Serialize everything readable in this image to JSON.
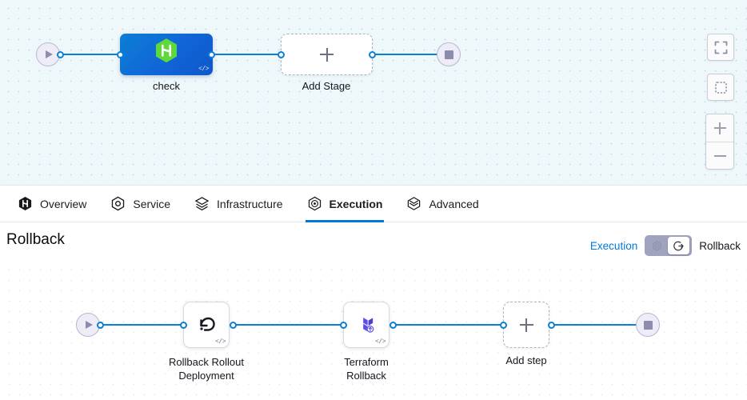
{
  "stage_canvas": {
    "start_node": {
      "icon": "play-icon",
      "name": "pipeline-start"
    },
    "stage": {
      "label": "check",
      "icon": "harness-hexagon-icon",
      "code_badge": "</>"
    },
    "add_stage": {
      "label": "Add Stage",
      "icon": "plus-icon"
    },
    "end_node": {
      "icon": "stop-icon",
      "name": "pipeline-end"
    },
    "tools": {
      "fullscreen": "fullscreen-icon",
      "selection": "dashed-selection-icon",
      "zoom_in": "plus-icon",
      "zoom_out": "minus-icon"
    }
  },
  "tabs": [
    {
      "label": "Overview",
      "icon": "harness-hexagon-icon",
      "active": false
    },
    {
      "label": "Service",
      "icon": "service-hexagon-icon",
      "active": false
    },
    {
      "label": "Infrastructure",
      "icon": "layers-icon",
      "active": false
    },
    {
      "label": "Execution",
      "icon": "execution-icon",
      "active": true
    },
    {
      "label": "Advanced",
      "icon": "advanced-layers-icon",
      "active": false
    }
  ],
  "rollback_header": {
    "title": "Rollback",
    "toggle": {
      "left_label": "Execution",
      "right_label": "Rollback",
      "selected": "Rollback",
      "left_icon": "execution-icon",
      "right_icon": "rollback-arrow-icon"
    }
  },
  "step_canvas": {
    "start_node": {
      "icon": "play-icon",
      "name": "execution-start"
    },
    "steps": [
      {
        "label": "Rollback Rollout\nDeployment",
        "icon": "undo-arrow-icon",
        "code_badge": "</>"
      },
      {
        "label": "Terraform\nRollback",
        "icon": "terraform-icon",
        "code_badge": "</>"
      }
    ],
    "add_step": {
      "label": "Add step",
      "icon": "plus-icon"
    },
    "end_node": {
      "icon": "stop-icon",
      "name": "execution-end"
    }
  },
  "colors": {
    "accent_blue": "#0278d5",
    "edge_blue": "#0b7fd4",
    "stage_blue": "#1165d8",
    "harness_green": "#5fd839",
    "terraform_purple": "#5c4ee5",
    "toggle_track": "#9fa3bd",
    "terminal_fill": "#edecf7"
  }
}
